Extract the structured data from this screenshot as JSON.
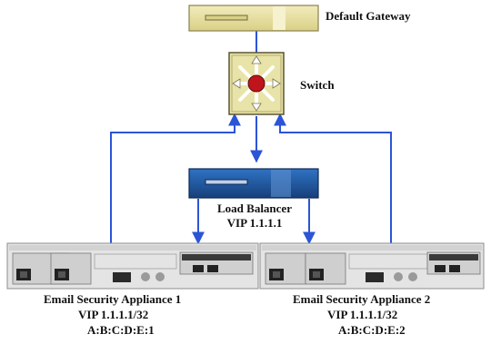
{
  "nodes": {
    "gateway": {
      "label": "Default Gateway"
    },
    "switch": {
      "label": "Switch"
    },
    "load_balancer": {
      "label": "Load Balancer",
      "vip": "VIP 1.1.1.1"
    },
    "appliance1": {
      "label": "Email Security Appliance 1",
      "vip": "VIP 1.1.1.1/32",
      "mac": "A:B:C:D:E:1"
    },
    "appliance2": {
      "label": "Email Security Appliance 2",
      "vip": "VIP 1.1.1.1/32",
      "mac": "A:B:C:D:E:2"
    }
  },
  "colors": {
    "link": "#2b55d6",
    "gateway_body": "#e7df9c",
    "lb_body": "#1d5aa8",
    "switch_center": "#c0141c"
  }
}
